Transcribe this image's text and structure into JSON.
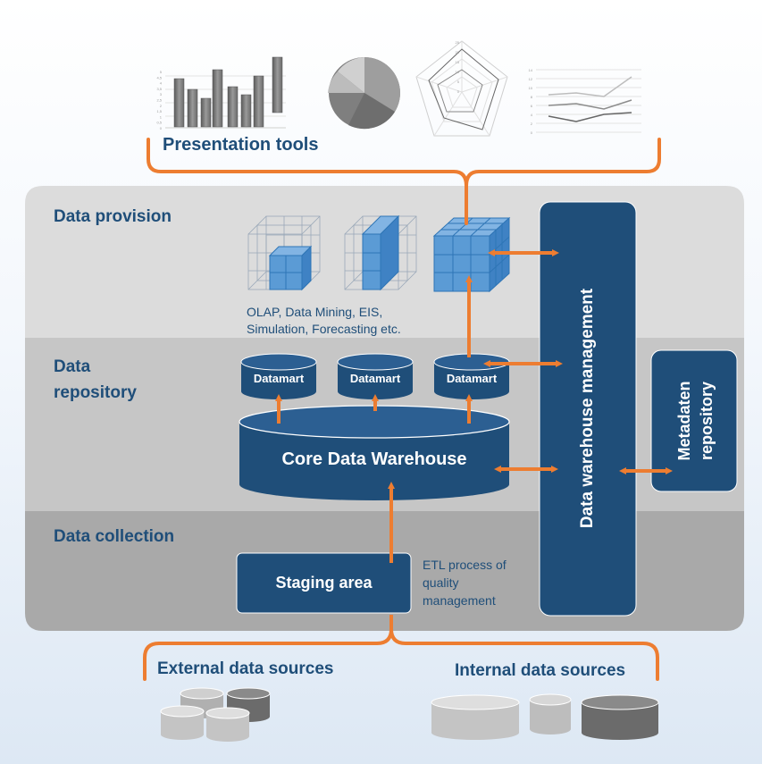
{
  "presentation": {
    "title": "Presentation tools",
    "bar_chart_ticks": [
      "5",
      "4,5",
      "4",
      "3,5",
      "3",
      "2,5",
      "2",
      "1,5",
      "1",
      "0,5",
      "0"
    ],
    "radar_ticks": [
      "25",
      "20",
      "15",
      "10",
      "5",
      "0"
    ],
    "line_chart_ticks": [
      "14",
      "12",
      "10",
      "8",
      "6",
      "4",
      "2",
      "0"
    ]
  },
  "layers": {
    "provision": "Data provision",
    "repository_line1": "Data",
    "repository_line2": "repository",
    "collection": "Data collection"
  },
  "provision": {
    "tools_line1": "OLAP, Data Mining, EIS,",
    "tools_line2": "Simulation, Forecasting etc."
  },
  "datamarts": [
    "Datamart",
    "Datamart",
    "Datamart"
  ],
  "core": "Core Data Warehouse",
  "staging": "Staging area",
  "etl_lines": [
    "ETL process of",
    "quality",
    "management"
  ],
  "management": "Data warehouse management",
  "metadata_line1": "Metadaten",
  "metadata_line2": "repository",
  "sources": {
    "external": "External data sources",
    "internal": "Internal data sources"
  },
  "colors": {
    "navy": "#1f4e79",
    "orange": "#ed7d31",
    "cube_blue": "#5b9bd5"
  }
}
